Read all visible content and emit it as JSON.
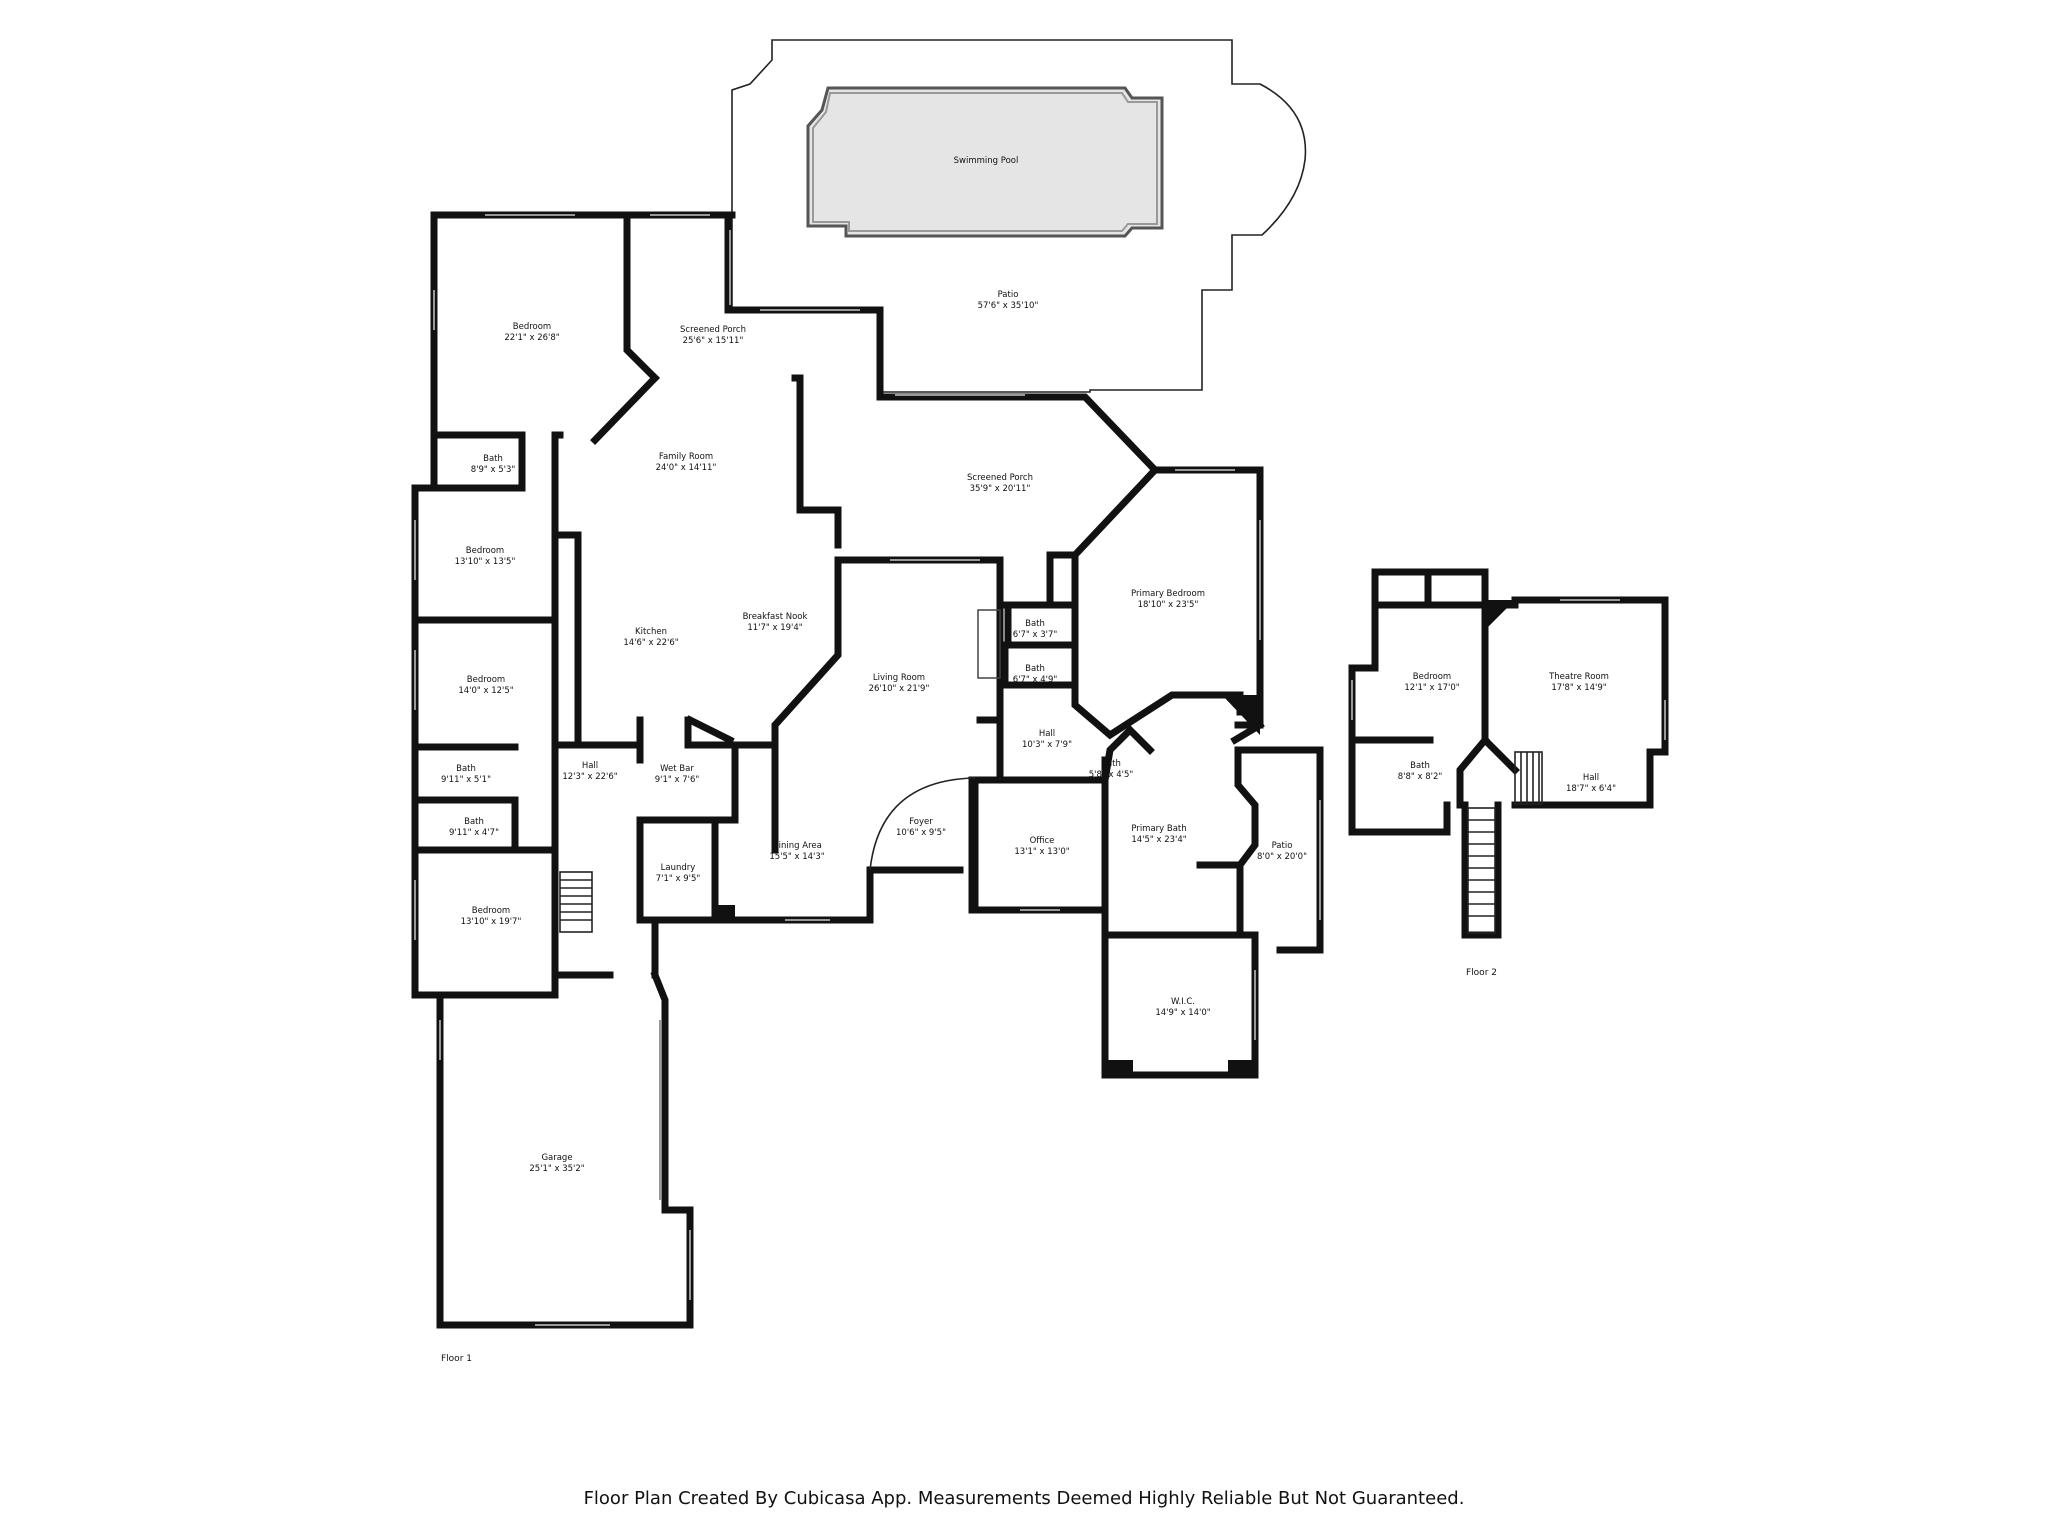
{
  "floors": [
    {
      "label": "Floor 1",
      "rooms": [
        {
          "name": "Swimming Pool",
          "dims": ""
        },
        {
          "name": "Patio",
          "dims": "57'6\" x 35'10\""
        },
        {
          "name": "Bedroom",
          "dims": "22'1\" x 26'8\""
        },
        {
          "name": "Screened Porch",
          "dims": "25'6\" x 15'11\""
        },
        {
          "name": "Family Room",
          "dims": "24'0\" x 14'11\""
        },
        {
          "name": "Screened Porch",
          "dims": "35'9\" x 20'11\""
        },
        {
          "name": "Bath",
          "dims": "8'9\" x 5'3\""
        },
        {
          "name": "Bedroom",
          "dims": "13'10\" x 13'5\""
        },
        {
          "name": "Primary Bedroom",
          "dims": "18'10\" x 23'5\""
        },
        {
          "name": "Kitchen",
          "dims": "14'6\" x 22'6\""
        },
        {
          "name": "Breakfast Nook",
          "dims": "11'7\" x 19'4\""
        },
        {
          "name": "Bath",
          "dims": "6'7\" x 3'7\""
        },
        {
          "name": "Bath",
          "dims": "6'7\" x 4'9\""
        },
        {
          "name": "Living Room",
          "dims": "26'10\" x 21'9\""
        },
        {
          "name": "Bedroom",
          "dims": "14'0\" x 12'5\""
        },
        {
          "name": "Hall",
          "dims": "10'3\" x 7'9\""
        },
        {
          "name": "Bath",
          "dims": "5'8\" x 4'5\""
        },
        {
          "name": "Bath",
          "dims": "9'11\" x 5'1\""
        },
        {
          "name": "Hall",
          "dims": "12'3\" x 22'6\""
        },
        {
          "name": "Wet Bar",
          "dims": "9'1\" x 7'6\""
        },
        {
          "name": "Bath",
          "dims": "9'11\" x 4'7\""
        },
        {
          "name": "Foyer",
          "dims": "10'6\" x 9'5\""
        },
        {
          "name": "Office",
          "dims": "13'1\" x 13'0\""
        },
        {
          "name": "Primary Bath",
          "dims": "14'5\" x 23'4\""
        },
        {
          "name": "Patio",
          "dims": "8'0\" x 20'0\""
        },
        {
          "name": "Dining Area",
          "dims": "15'5\" x 14'3\""
        },
        {
          "name": "Laundry",
          "dims": "7'1\" x 9'5\""
        },
        {
          "name": "Bedroom",
          "dims": "13'10\" x 19'7\""
        },
        {
          "name": "W.I.C.",
          "dims": "14'9\" x 14'0\""
        },
        {
          "name": "Garage",
          "dims": "25'1\" x 35'2\""
        }
      ]
    },
    {
      "label": "Floor 2",
      "rooms": [
        {
          "name": "Bedroom",
          "dims": "12'1\" x 17'0\""
        },
        {
          "name": "Theatre Room",
          "dims": "17'8\" x 14'9\""
        },
        {
          "name": "Bath",
          "dims": "8'8\" x 8'2\""
        },
        {
          "name": "Hall",
          "dims": "18'7\" x 6'4\""
        }
      ]
    }
  ],
  "disclaimer": "Floor Plan Created By Cubicasa App. Measurements Deemed Highly Reliable But Not Guaranteed."
}
